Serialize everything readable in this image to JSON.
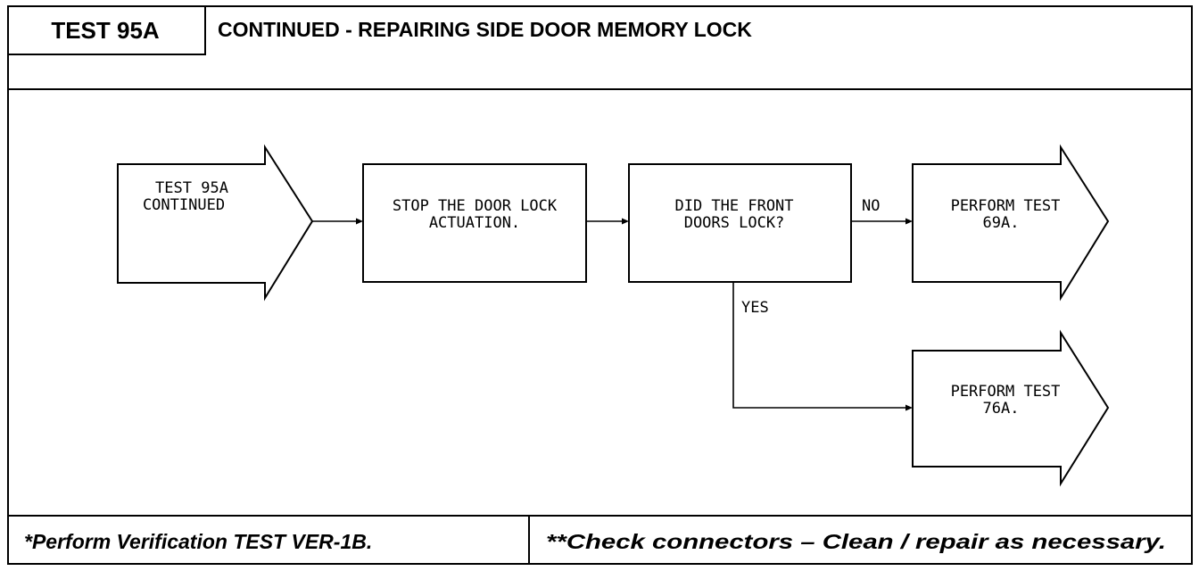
{
  "header": {
    "test_id": "TEST 95A",
    "title": "CONTINUED -  REPAIRING SIDE DOOR MEMORY LOCK"
  },
  "flowchart": {
    "start": {
      "line1": "TEST 95A",
      "line2": "CONTINUED"
    },
    "step1": {
      "line1": "STOP THE DOOR LOCK",
      "line2": "ACTUATION."
    },
    "decision": {
      "line1": "DID THE FRONT",
      "line2": "DOORS LOCK?"
    },
    "label_no": "NO",
    "label_yes": "YES",
    "result_no": {
      "line1": "PERFORM TEST",
      "line2": "69A."
    },
    "result_yes": {
      "line1": "PERFORM TEST",
      "line2": "76A."
    }
  },
  "footer": {
    "left_note": "*Perform Verification TEST VER-1B.",
    "right_note": "**Check connectors – Clean / repair as necessary."
  }
}
